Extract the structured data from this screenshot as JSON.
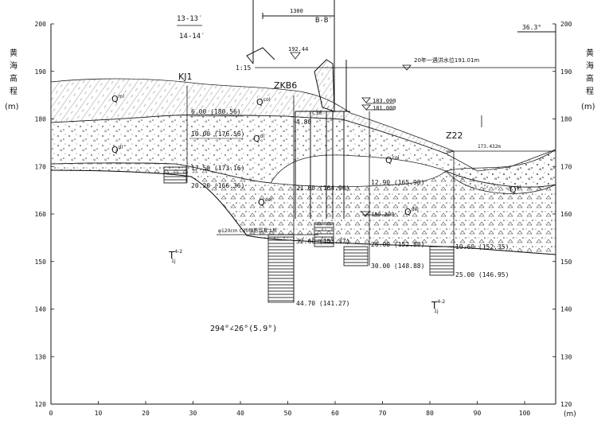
{
  "axes": {
    "y_ticks": [
      "200",
      "190",
      "180",
      "170",
      "160",
      "150",
      "140",
      "130",
      "120"
    ],
    "x_ticks": [
      "0",
      "10",
      "20",
      "30",
      "40",
      "50",
      "60",
      "70",
      "80",
      "90",
      "100"
    ],
    "x_unit": "(m)",
    "y_label_chars": [
      "黄",
      "海",
      "高",
      "程"
    ],
    "y_unit": "(m)"
  },
  "header": {
    "section_13": "13-13′",
    "section_14": "14-14′",
    "dim_1300": "1300",
    "section_bb": "B-B′",
    "angle_top_right": "36.3°",
    "slope_115": "1:15",
    "elev_19244": "192.44",
    "water_level": "20年一遇洪水位191.01m"
  },
  "boreholes": {
    "kj1": "KJ1",
    "zkb6": "ZKB6",
    "z22": "Z22"
  },
  "elevations": {
    "e183": "183.000",
    "e181": "181.000",
    "e1732": "173.432m",
    "e15920": "159.200"
  },
  "layer_labels": {
    "q_ml": "Q",
    "q_ml_sup": "ml",
    "q_col_mid": "Q",
    "q_col_mid_sup": "col",
    "q_dl_left": "Q",
    "q_dl_left_sup": "dl",
    "q_dl_mid": "Q",
    "q_dl_mid_sup": "dl",
    "q_col_right": "Q",
    "q_col_right_sup": "col",
    "q_del_lower": "Q",
    "q_del_lower_sup": "del",
    "q_al_right": "Q",
    "q_al_right_sup": "al",
    "t_left": "T",
    "t_left_sup": "4-2",
    "t_left_sub": "1j",
    "t_right": "T",
    "t_right_sup": "4-2",
    "t_right_sub": "1j"
  },
  "depth_labels": {
    "d600": "6.00 (180.56)",
    "d1000": "10.00 (176.56)",
    "d1750": "17.50 (173.16)",
    "d2020": "20.20 (166.36)",
    "d480": "4.80",
    "d2100": "21.00 (164.96)",
    "d1290": "12.90 (165.98)",
    "d1960": "19.60 (152.35)",
    "d2600": "26.00 (152.88)",
    "d3000": "30.00 (148.88)",
    "d3260": "32.60 (153.37)",
    "d4470": "44.70 (141.27)",
    "d2500": "25.00 (146.95)"
  },
  "annotations": {
    "pile_note": "φ120cm C30钢筋混凝土桩",
    "dip": "294°∠26°(5.9°)",
    "c30_top": "C30"
  }
}
